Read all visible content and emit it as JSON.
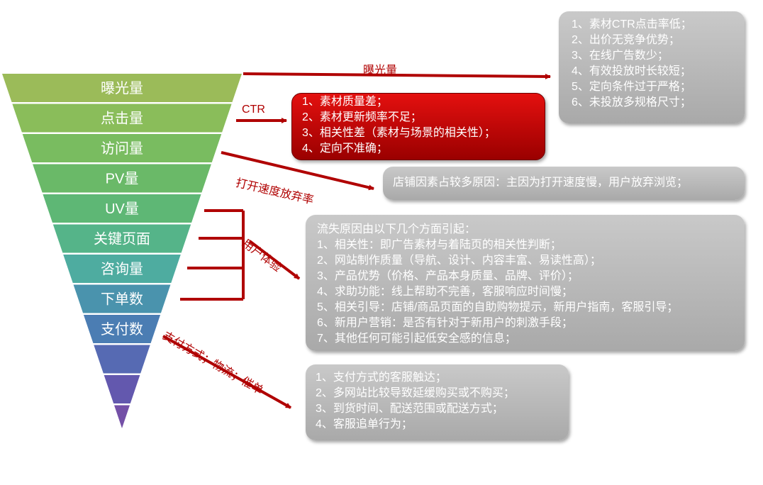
{
  "funnel": {
    "levels": [
      {
        "label": "曝光量",
        "color": "#9bbb59"
      },
      {
        "label": "点击量",
        "color": "#8abd5a"
      },
      {
        "label": "访问量",
        "color": "#79bc60"
      },
      {
        "label": "PV量",
        "color": "#6ab968"
      },
      {
        "label": "UV量",
        "color": "#5eb775"
      },
      {
        "label": "关键页面",
        "color": "#55b489"
      },
      {
        "label": "咨询量",
        "color": "#4eaca0"
      },
      {
        "label": "下单数",
        "color": "#4a93ad"
      },
      {
        "label": "支付数",
        "color": "#4b7db3"
      },
      {
        "label": "",
        "color": "#566ab3"
      },
      {
        "label": "",
        "color": "#6358ae"
      },
      {
        "label": "",
        "color": "#7450a7"
      }
    ]
  },
  "connectors": {
    "exposure": "曝光量",
    "ctr": "CTR",
    "speed": "打开速度放弃率",
    "ux": "用户体验",
    "pay": "支付方式；物流；催单"
  },
  "boxes": {
    "ctr_causes": [
      "1、素材CTR点击率低；",
      "2、出价无竞争优势；",
      "3、在线广告数少；",
      "4、有效投放时长较短；",
      "5、定向条件过于严格；",
      "6、未投放多规格尺寸；"
    ],
    "quality": [
      "1、素材质量差；",
      "2、素材更新频率不足；",
      "3、相关性差（素材与场景的相关性）；",
      "4、定向不准确；"
    ],
    "shop": [
      "店铺因素占较多原因：主因为打开速度慢，用户放弃浏览；"
    ],
    "loss": [
      "流失原因由以下几个方面引起：",
      "1、相关性：即广告素材与着陆页的相关性判断；",
      "2、网站制作质量（导航、设计、内容丰富、易读性高）；",
      "3、产品优势（价格、产品本身质量、品牌、评价）；",
      "4、求助功能：线上帮助不完善，客服响应时间慢；",
      "5、相关引导：店铺/商品页面的自助购物提示，新用户指南，客服引导；",
      "6、新用户营销：是否有针对于新用户的刺激手段；",
      "7、其他任何可能引起低安全感的信息；"
    ],
    "payment": [
      "1、支付方式的客服触达；",
      "2、多网站比较导致延缓购买或不购买；",
      "3、到货时间、配送范围或配送方式；",
      "4、客服追单行为；"
    ]
  },
  "colors": {
    "connector": "#b00000",
    "box_gray": "#b5b5b5",
    "box_red": "#c00000"
  }
}
